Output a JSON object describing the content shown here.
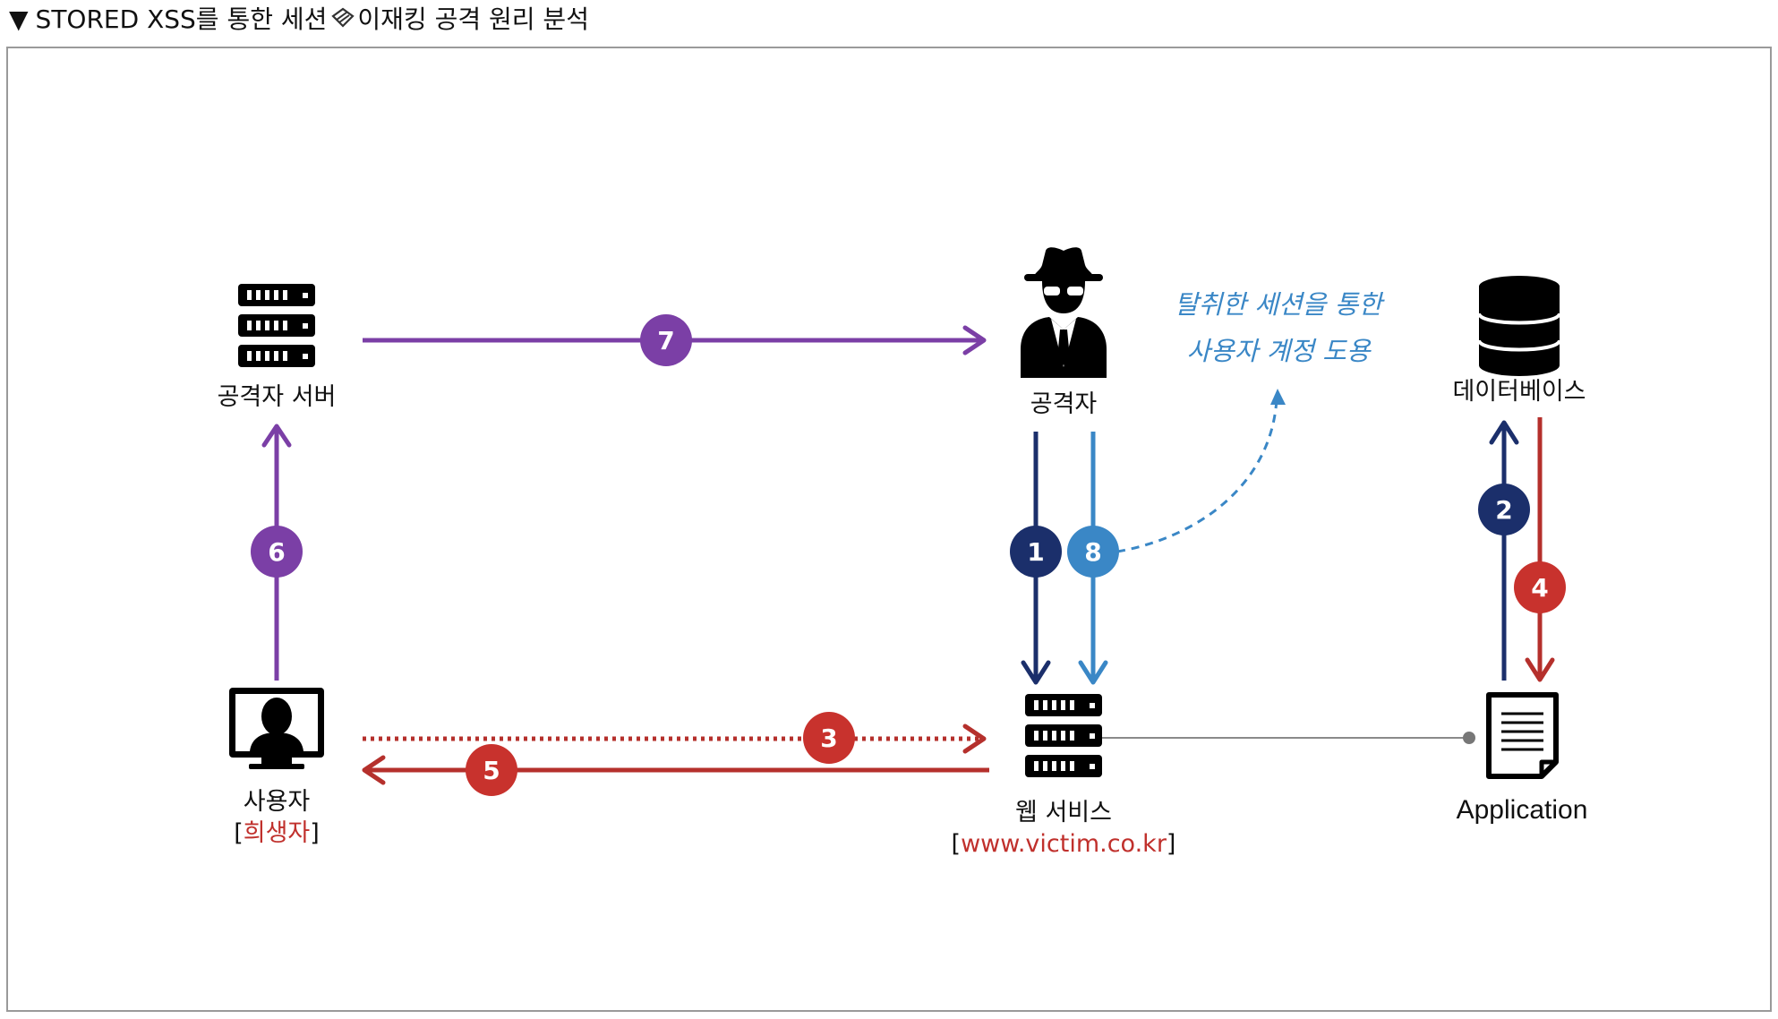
{
  "heading": {
    "arrow": "▼",
    "text": "STORED XSS를 통한 세션",
    "icon": "clip-icon",
    "text2": "이재킹 공격 원리 분석"
  },
  "nodes": {
    "attacker_server": {
      "label": "공격자 서버",
      "icon": "server-icon"
    },
    "attacker": {
      "label": "공격자",
      "icon": "spy-icon"
    },
    "database": {
      "label": "데이터베이스",
      "icon": "database-icon"
    },
    "user": {
      "label": "사용자",
      "role_open": "[",
      "role": "희생자",
      "role_close": "]",
      "icon": "user-computer-icon"
    },
    "web_service": {
      "label": "웹 서비스",
      "url_open": "[",
      "url": "www.victim.co.kr",
      "url_close": "]",
      "icon": "server-icon"
    },
    "application": {
      "label": "Application",
      "icon": "document-icon"
    }
  },
  "note": {
    "line1": "탈취한 세션을 통한",
    "line2": "사용자 계정 도용"
  },
  "steps": [
    {
      "number": "1",
      "color": "#1b2f6b"
    },
    {
      "number": "2",
      "color": "#1b2f6b"
    },
    {
      "number": "3",
      "color": "#c8322d"
    },
    {
      "number": "4",
      "color": "#c8322d"
    },
    {
      "number": "5",
      "color": "#c8322d"
    },
    {
      "number": "6",
      "color": "#7b3fa6"
    },
    {
      "number": "7",
      "color": "#7b3fa6"
    },
    {
      "number": "8",
      "color": "#3a87c6"
    }
  ],
  "colors": {
    "navy": "#1b2f6b",
    "red": "#b5302c",
    "purple": "#7b3fa6",
    "blue": "#3a87c6",
    "gray": "#8a8a8a",
    "victim_text": "#c0302c"
  }
}
